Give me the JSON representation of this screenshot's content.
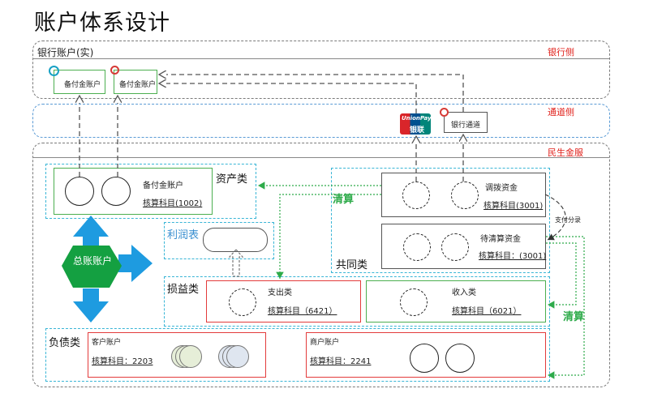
{
  "title": "账户体系设计",
  "zones": {
    "bank": {
      "label": "银行侧",
      "sublabel": "银行账户(实)"
    },
    "channel": {
      "label": "通道侧"
    },
    "minsheng": {
      "label": "民生金服"
    }
  },
  "bank_accounts": [
    {
      "label": "备付金账户"
    },
    {
      "label": "备付金账户"
    }
  ],
  "channel_items": {
    "unionpay_top": "UnionPay",
    "unionpay_bottom": "银联",
    "bank_channel": "银行通道"
  },
  "asset": {
    "category": "资产类",
    "name": "备付金账户",
    "code": "核算科目(1002)"
  },
  "profit": {
    "category": "利润表"
  },
  "common": {
    "category": "共同类",
    "allocate": {
      "name": "调拨资金",
      "code": "核算科目(3001)"
    },
    "pending": {
      "name": "待清算资金",
      "code": "核算科目：(3001)"
    },
    "split_note": "支付分录"
  },
  "pnl": {
    "category": "损益类",
    "expense": {
      "name": "支出类",
      "code": "核算科目（6421）"
    },
    "income": {
      "name": "收入类",
      "code": "核算科目（6021）"
    }
  },
  "liability": {
    "category": "负债类",
    "customer": {
      "name": "客户账户",
      "code": "核算科目：2203"
    },
    "merchant": {
      "name": "商户账户",
      "code": "核算科目：2241"
    }
  },
  "ledger": {
    "label": "总账账户"
  },
  "clearing_labels": {
    "top": "清算",
    "right": "清算"
  },
  "colors": {
    "accent_red": "#e0211b",
    "green": "#4caf50",
    "red": "#e33b3b",
    "hub_green": "#14a041",
    "arrow_blue": "#1e9be0",
    "dash_cyan": "#39b5d6"
  }
}
